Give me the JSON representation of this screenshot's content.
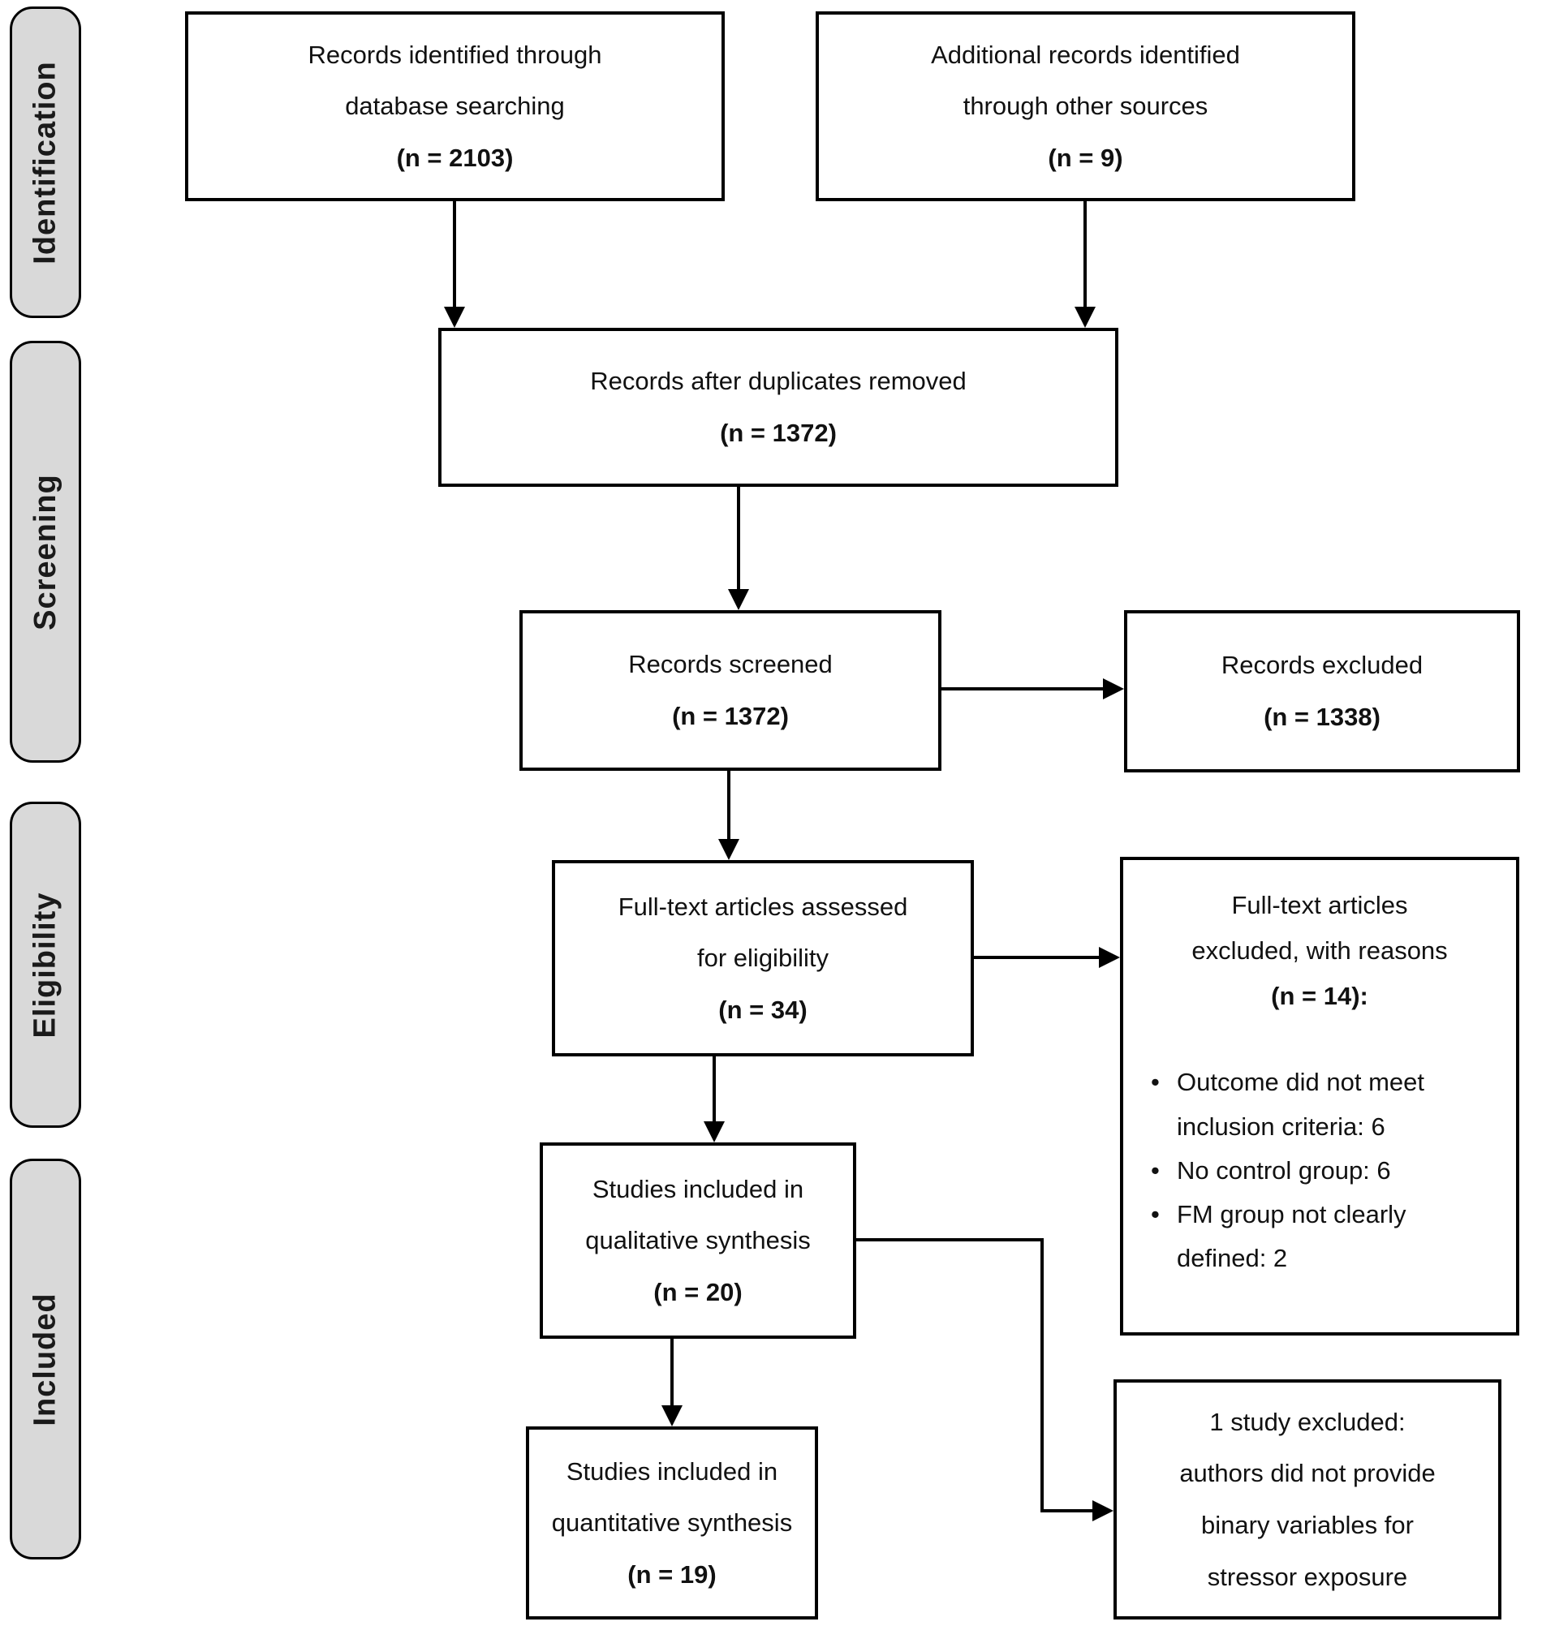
{
  "stages": {
    "identification": "Identification",
    "screening": "Screening",
    "eligibility": "Eligibility",
    "included": "Included"
  },
  "boxes": {
    "db_search": {
      "lines": [
        "Records identified through",
        "database searching"
      ],
      "n": "(n = 2103)"
    },
    "other_sources": {
      "lines": [
        "Additional records identified",
        "through other sources"
      ],
      "n": "(n = 9)"
    },
    "after_duplicates": {
      "lines": [
        "Records after duplicates removed"
      ],
      "n": "(n = 1372)"
    },
    "screened": {
      "lines": [
        "Records screened"
      ],
      "n": "(n = 1372)"
    },
    "records_excluded": {
      "lines": [
        "Records excluded"
      ],
      "n": "(n = 1338)"
    },
    "fulltext_assessed": {
      "lines": [
        "Full-text articles assessed",
        "for eligibility"
      ],
      "n": "(n = 34)"
    },
    "fulltext_excluded": {
      "lines": [
        "Full-text articles",
        "excluded, with reasons"
      ],
      "n": "(n = 14):",
      "bullets": [
        "Outcome did not  meet inclusion criteria: 6",
        "No control group: 6",
        "FM group not clearly defined: 2"
      ]
    },
    "qualitative": {
      "lines": [
        "Studies included in",
        "qualitative synthesis"
      ],
      "n": "(n = 20)"
    },
    "quantitative": {
      "lines": [
        "Studies included in",
        "quantitative synthesis"
      ],
      "n": "(n = 19)"
    },
    "one_study_excluded": {
      "lines": [
        "1 study excluded:",
        "authors did not provide",
        "binary variables for",
        "stressor exposure"
      ]
    }
  },
  "colors": {
    "stage_fill": "#d9d9d9",
    "box_border": "#000000",
    "connector": "#000000"
  }
}
